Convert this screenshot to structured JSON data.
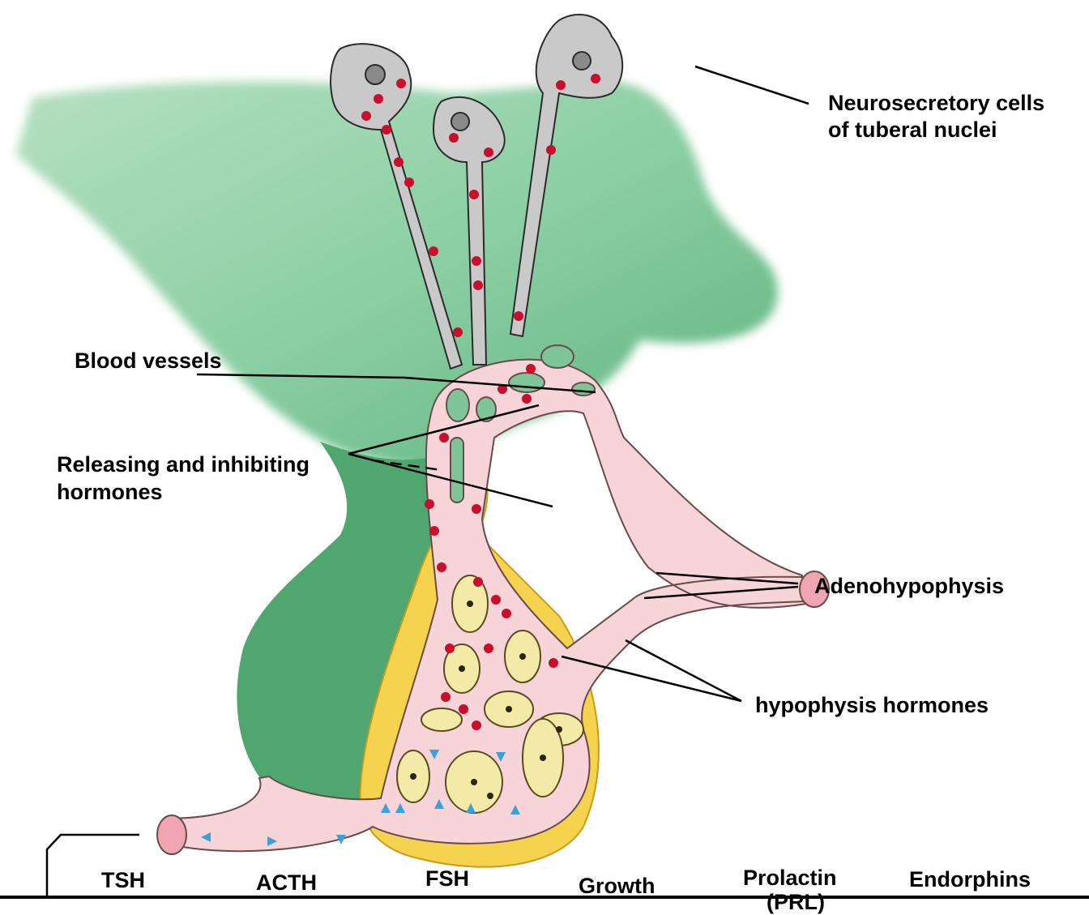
{
  "labels": {
    "neurosecretory_line1": "Neurosecretory cells",
    "neurosecretory_line2": "of tuberal nuclei",
    "blood_vessels": "Blood vessels",
    "releasing_line1": "Releasing and inhibiting",
    "releasing_line2": "hormones",
    "adenohypophysis": "Adenohypophysis",
    "hypophysis_hormones": "hypophysis hormones"
  },
  "hormones": [
    "TSH",
    "ACTH",
    "FSH",
    "Growth",
    "Prolactin",
    "Endorphins"
  ],
  "hormone_partial_text": "(PRL)",
  "colors": {
    "brain_green": "#7fc59a",
    "stalk_green": "#4fa66f",
    "neuron_gray": "#c9c9c9",
    "vessel_pink": "#f7d4d8",
    "hormone_red": "#c8102e",
    "gland_yellow": "#f6d34e",
    "cell_cream": "#f4eaa8",
    "arrow_blue": "#3aa1dc"
  }
}
